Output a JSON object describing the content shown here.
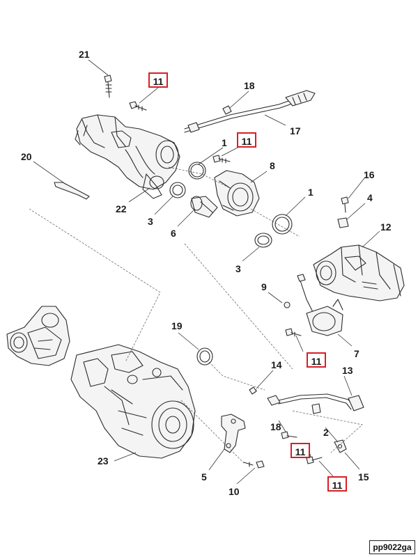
{
  "colors": {
    "highlight_box": "#d81e24",
    "line_art": "#2a2a2a",
    "background": "#ffffff"
  },
  "figure_id": "pp9022ga",
  "callouts": {
    "c21": "21",
    "c11_top": "11",
    "c18_top": "18",
    "c17": "17",
    "c1_top": "1",
    "c11_mid": "11",
    "c20": "20",
    "c8": "8",
    "c16": "16",
    "c4": "4",
    "c1_right": "1",
    "c22": "22",
    "c3_left": "3",
    "c6": "6",
    "c12": "12",
    "c3_mid": "3",
    "c9": "9",
    "c19": "19",
    "c7": "7",
    "c11_right": "11",
    "c14": "14",
    "c13": "13",
    "c18_bottom": "18",
    "c2": "2",
    "c11_lower": "11",
    "c23": "23",
    "c15": "15",
    "c5": "5",
    "c11_bottom": "11",
    "c10": "10"
  }
}
